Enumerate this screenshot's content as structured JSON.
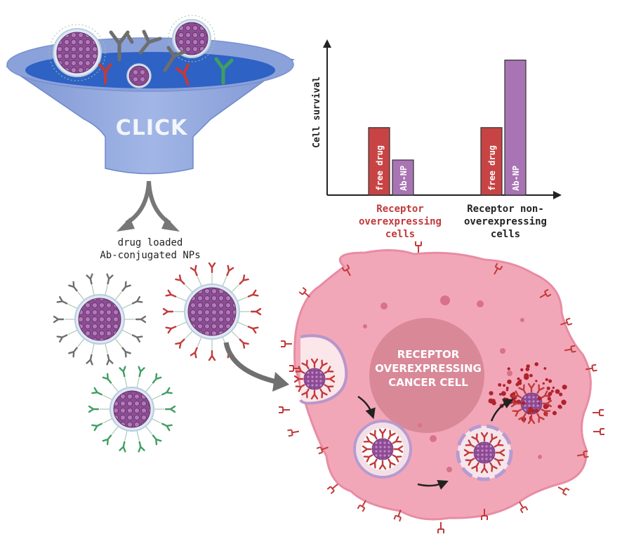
{
  "funnel": {
    "label": "CLICK"
  },
  "products_label": {
    "line1": "drug loaded",
    "line2": "Ab-conjugated NPs"
  },
  "chart_data": {
    "type": "bar",
    "ylabel": "Cell survival",
    "categories": [
      {
        "lines": [
          "Receptor",
          "overexpressing",
          "cells"
        ],
        "color": "#c0393b"
      },
      {
        "lines": [
          "Receptor non-",
          "overexpressing",
          "cells"
        ],
        "color": "#222222"
      }
    ],
    "series": [
      {
        "name": "free drug",
        "values": [
          50,
          50
        ],
        "color": "#c84444"
      },
      {
        "name": "Ab-NP",
        "values": [
          26,
          100
        ],
        "color": "#a974b4"
      }
    ],
    "ylim": [
      0,
      105
    ]
  },
  "cell": {
    "line1": "RECEPTOR",
    "line2": "OVEREXPRESSING",
    "line3": "CANCER CELL"
  },
  "colors": {
    "funnel": "#8fa6dc",
    "funnel_dark": "#6f88c9",
    "liquid": "#2e62c4",
    "cell": "#f0a3b5",
    "cell_edge": "#e38aa2",
    "nucleus": "#d88496",
    "np": "#9a5aa0",
    "ab_grey": "#6e6e6e",
    "ab_red": "#c23a3a",
    "ab_green": "#3f9e63"
  }
}
